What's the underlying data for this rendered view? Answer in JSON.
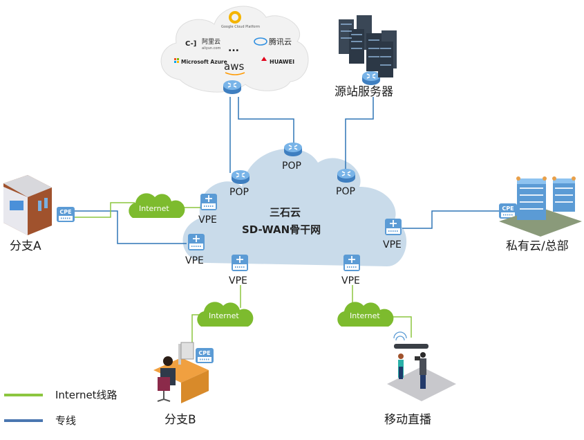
{
  "colors": {
    "internet_line": "#8cc63f",
    "dedicated_line": "#2e75b6",
    "backbone_cloud": "#c9dbea",
    "internet_cloud": "#7dbb2e",
    "device_blue": "#5b9bd5",
    "public_cloud": "#f2f2f2"
  },
  "public_cloud": {
    "providers": [
      "Google Cloud Platform",
      "阿里云",
      "腾讯云",
      "...",
      "Microsoft Azure",
      "aws",
      "HUAWEI"
    ],
    "aliyun_sub": "aliyun.com"
  },
  "origin_server": {
    "label": "源站服务器"
  },
  "backbone": {
    "title": "三石云",
    "subtitle": "SD-WAN骨干网",
    "pops": [
      "POP",
      "POP",
      "POP"
    ],
    "vpes": [
      "VPE",
      "VPE",
      "VPE",
      "VPE",
      "VPE"
    ]
  },
  "sites": {
    "branch_a": {
      "label": "分支A",
      "device": "CPE"
    },
    "branch_b": {
      "label": "分支B",
      "device": "CPE"
    },
    "private_hq": {
      "label": "私有云/总部",
      "device": "CPE"
    },
    "mobile_live": {
      "label": "移动直播"
    }
  },
  "internet_clouds": [
    "Internet",
    "Internet",
    "Internet"
  ],
  "legend": [
    {
      "label": "Internet线路",
      "type": "internet"
    },
    {
      "label": "专线",
      "type": "dedicated"
    }
  ]
}
